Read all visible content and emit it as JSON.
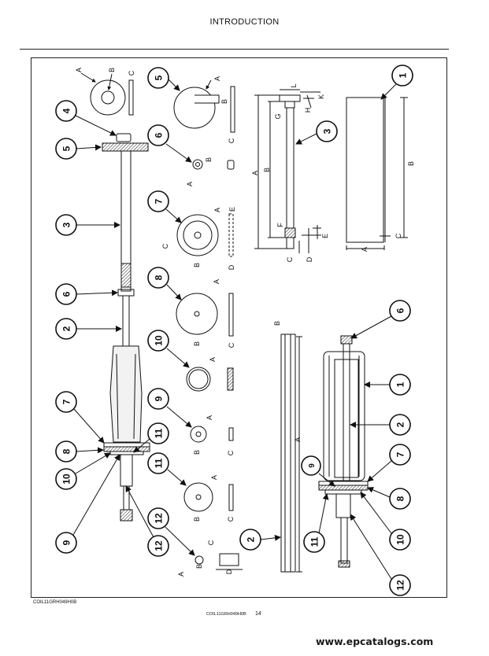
{
  "header": {
    "title": "INTRODUCTION"
  },
  "figure_code": "COIL11GRH049H0B",
  "footer": {
    "code": "COIL11GRH049H0B",
    "page_number": "14"
  },
  "watermark": "www.epcatalogs.com",
  "callouts": {
    "c1": "1",
    "c2": "2",
    "c3": "3",
    "c4": "4",
    "c5": "5",
    "c6": "6",
    "c7": "7",
    "c8": "8",
    "c9": "9",
    "c10": "10",
    "c11": "11",
    "c12": "12"
  },
  "dimension_letters": {
    "a": "A",
    "b": "B",
    "c": "C",
    "d": "D",
    "e": "E",
    "f": "F",
    "g": "G",
    "h": "H",
    "k": "K",
    "l": "L"
  }
}
